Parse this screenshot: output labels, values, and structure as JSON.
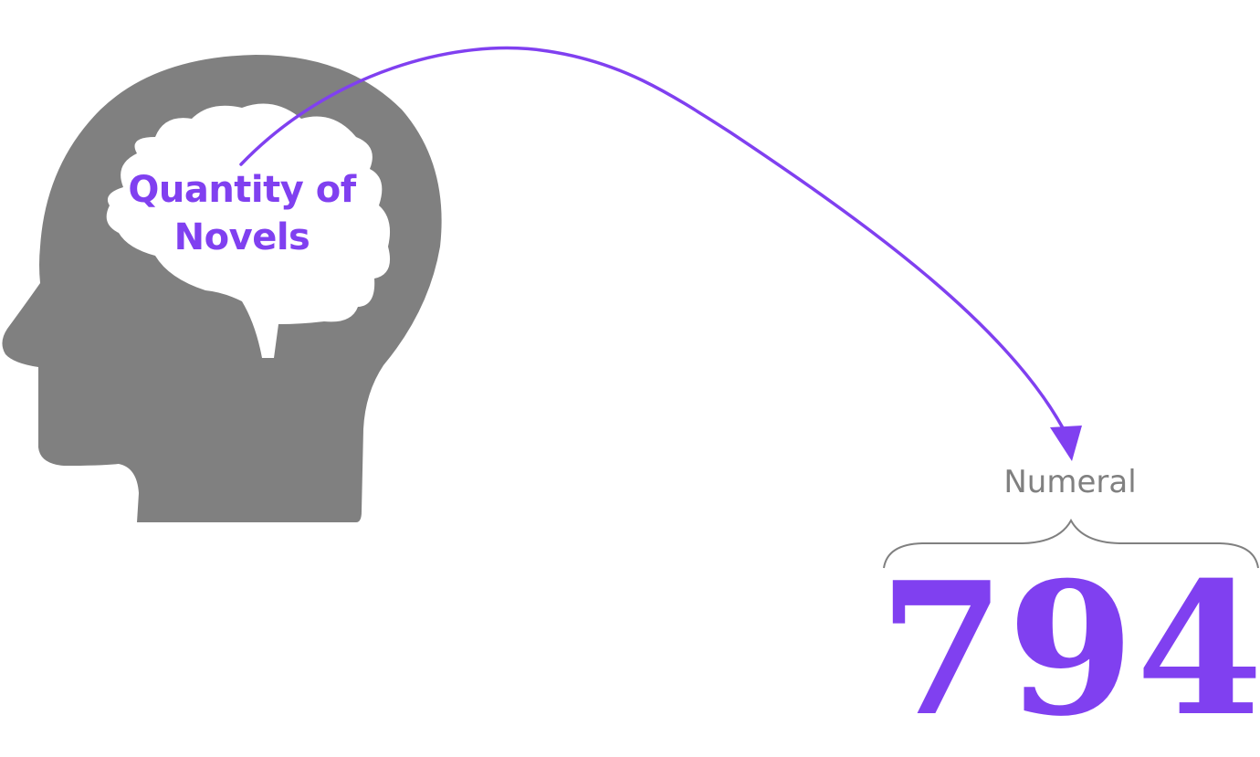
{
  "diagram": {
    "concept": {
      "line1": "Quantity of",
      "line2": "Novels"
    },
    "numeral_label": "Numeral",
    "number": "794",
    "colors": {
      "accent": "#8040f0",
      "head": "#808080",
      "label": "#808080",
      "brace": "#808080"
    },
    "icons": [
      "head-silhouette-icon",
      "brain-icon",
      "curved-arrow-icon",
      "curly-brace-icon"
    ]
  }
}
